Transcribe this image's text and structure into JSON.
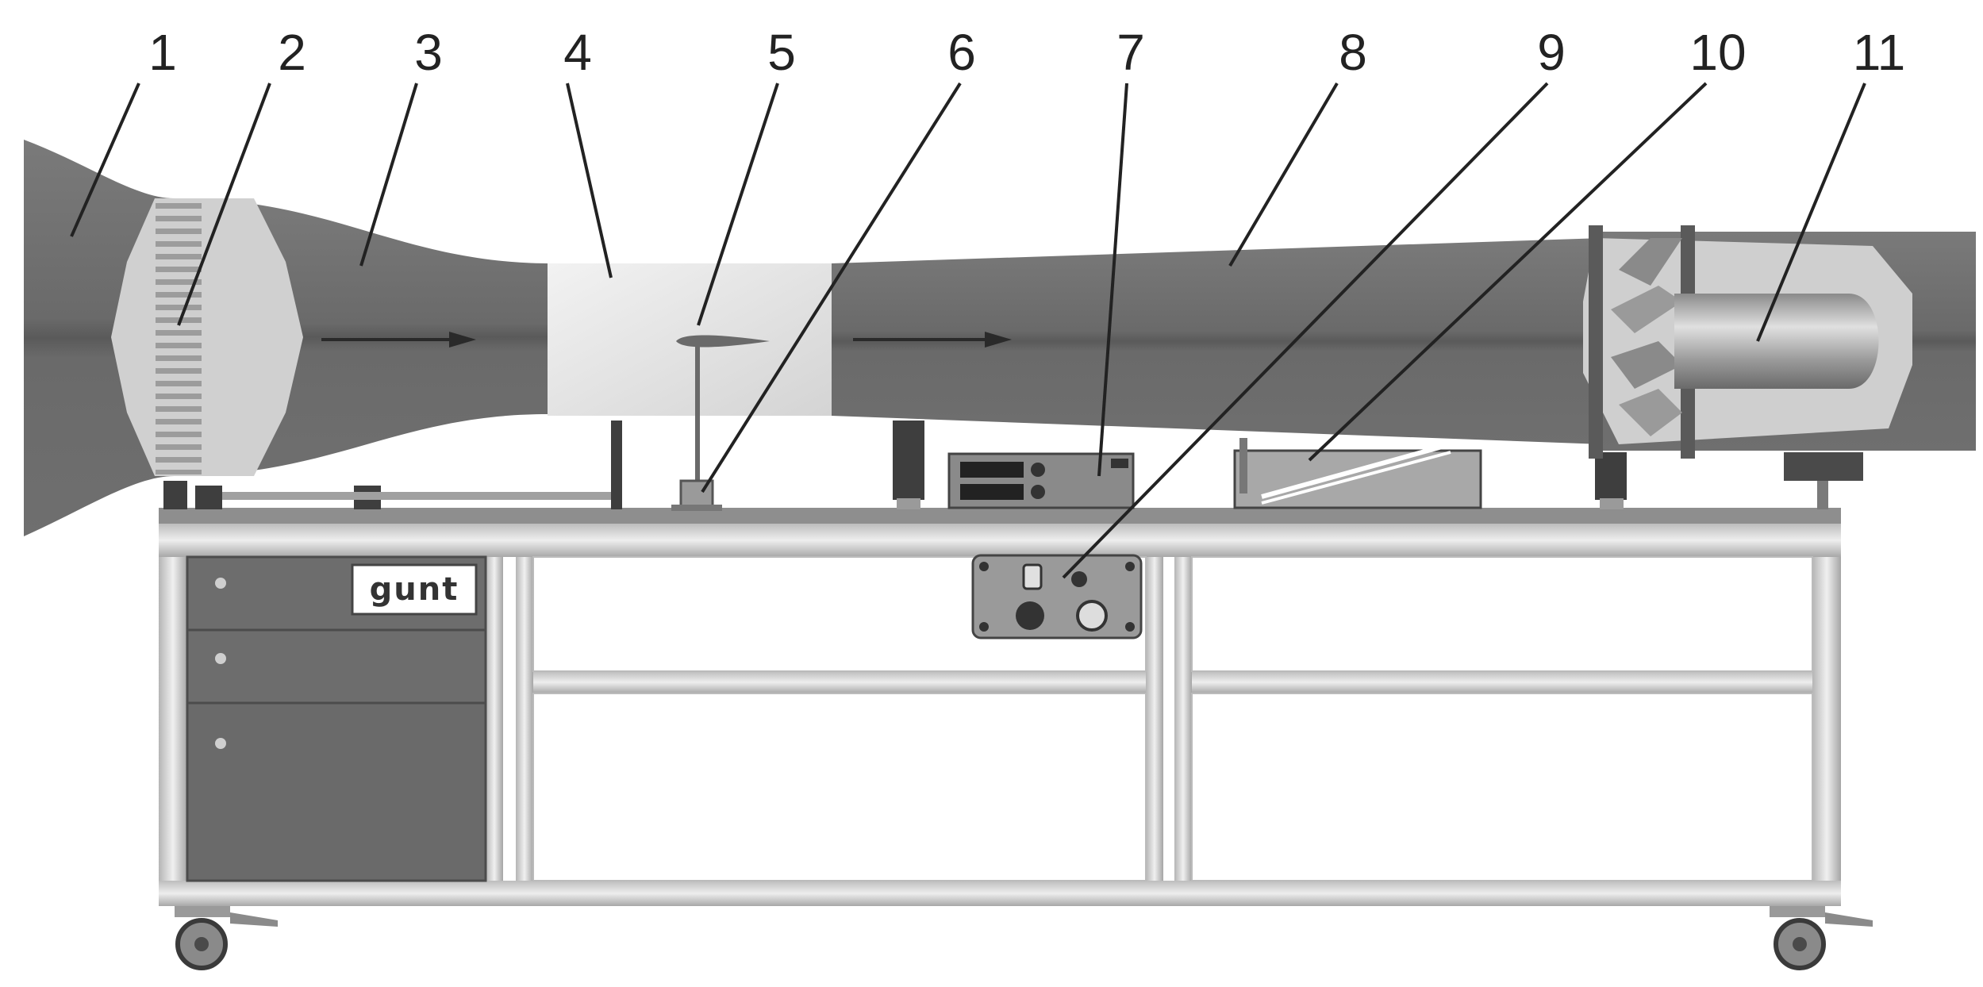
{
  "callouts": [
    {
      "id": "1",
      "label": "1"
    },
    {
      "id": "2",
      "label": "2"
    },
    {
      "id": "3",
      "label": "3"
    },
    {
      "id": "4",
      "label": "4"
    },
    {
      "id": "5",
      "label": "5"
    },
    {
      "id": "6",
      "label": "6"
    },
    {
      "id": "7",
      "label": "7"
    },
    {
      "id": "8",
      "label": "8"
    },
    {
      "id": "9",
      "label": "9"
    },
    {
      "id": "10",
      "label": "10"
    },
    {
      "id": "11",
      "label": "11"
    }
  ],
  "brand_logo": "gunt",
  "colors": {
    "duct": "#6f6f6f",
    "duct_dark": "#555555",
    "test_section": "#e6e6e6",
    "frame": "#d7d7d7",
    "cabinet": "#676767",
    "arrow": "#2a2a2a"
  },
  "icons": {
    "flow_arrow": "arrow-right-icon",
    "caster": "wheel-icon",
    "knob": "rotary-knob-icon"
  }
}
